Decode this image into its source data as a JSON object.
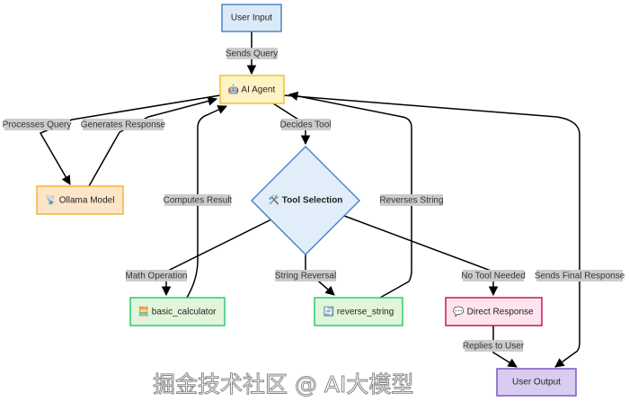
{
  "nodes": {
    "user_input": "User Input",
    "ai_agent": "🤖 AI Agent",
    "ollama": "📡 Ollama Model",
    "tool_selection": "🛠️ Tool Selection",
    "calculator": "🧮 basic_calculator",
    "reverse": "🔄 reverse_string",
    "direct": "💬 Direct Response",
    "user_output": "User Output"
  },
  "edges": {
    "sends_query": "Sends Query",
    "processes_query": "Processes Query",
    "generates_response": "Generates Response",
    "decides_tool": "Decides Tool",
    "computes_result": "Computes Result",
    "reverses_string": "Reverses String",
    "math_operation": "Math Operation",
    "string_reversal": "String Reversal",
    "no_tool_needed": "No Tool Needed",
    "sends_final_response": "Sends Final Response",
    "replies_to_user": "Replies to User"
  },
  "colors": {
    "blue": "#dbeaf7",
    "blue_border": "#4a86c8",
    "yellow": "#fdf3c4",
    "yellow_border": "#f2c12e",
    "orange": "#fde5c8",
    "orange_border": "#f0b53c",
    "green": "#e1f5d9",
    "green_border": "#2ecc71",
    "pink": "#fde4ee",
    "pink_border": "#c2185b",
    "purple": "#d8cdf0",
    "purple_border": "#7e57c2",
    "label_bg": "#cccccc"
  },
  "watermark": "掘金技术社区 @ AI大模型"
}
